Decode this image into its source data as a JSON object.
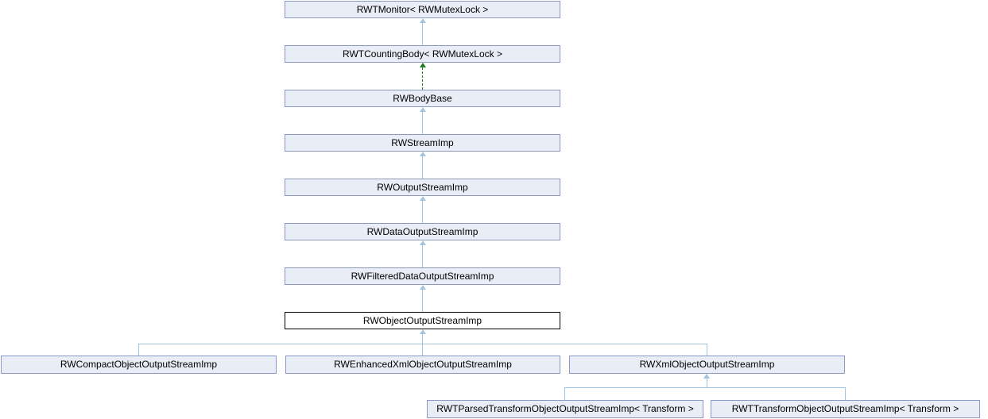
{
  "diagram": {
    "kind": "class-inheritance-graph",
    "current_class": "RWObjectOutputStreamImp",
    "colors": {
      "background": "#ffffff",
      "node_fill": "#E9EDF6",
      "node_border": "#8898C8",
      "current_node_fill": "#ffffff",
      "current_node_border": "#000000",
      "inheritance_arrow": "#A2C6E2",
      "dashed_arrow": "#1E7D1E"
    },
    "nodes": [
      {
        "label": "RWTMonitor< RWMutexLock >",
        "current": false
      },
      {
        "label": "RWTCountingBody< RWMutexLock >",
        "current": false
      },
      {
        "label": "RWBodyBase",
        "current": false
      },
      {
        "label": "RWStreamImp",
        "current": false
      },
      {
        "label": "RWOutputStreamImp",
        "current": false
      },
      {
        "label": "RWDataOutputStreamImp",
        "current": false
      },
      {
        "label": "RWFilteredDataOutputStreamImp",
        "current": false
      },
      {
        "label": "RWObjectOutputStreamImp",
        "current": true
      },
      {
        "label": "RWCompactObjectOutputStreamImp",
        "current": false
      },
      {
        "label": "RWEnhancedXmlObjectOutputStreamImp",
        "current": false
      },
      {
        "label": "RWXmlObjectOutputStreamImp",
        "current": false
      },
      {
        "label": "RWTParsedTransformObjectOutputStreamImp< Transform >",
        "current": false
      },
      {
        "label": "RWTTransformObjectOutputStreamImp< Transform >",
        "current": false
      }
    ],
    "edges": [
      {
        "child": "RWTCountingBody< RWMutexLock >",
        "parent": "RWTMonitor< RWMutexLock >",
        "style": "solid"
      },
      {
        "child": "RWBodyBase",
        "parent": "RWTCountingBody< RWMutexLock >",
        "style": "dashed-green"
      },
      {
        "child": "RWStreamImp",
        "parent": "RWBodyBase",
        "style": "solid"
      },
      {
        "child": "RWOutputStreamImp",
        "parent": "RWStreamImp",
        "style": "solid"
      },
      {
        "child": "RWDataOutputStreamImp",
        "parent": "RWOutputStreamImp",
        "style": "solid"
      },
      {
        "child": "RWFilteredDataOutputStreamImp",
        "parent": "RWDataOutputStreamImp",
        "style": "solid"
      },
      {
        "child": "RWObjectOutputStreamImp",
        "parent": "RWFilteredDataOutputStreamImp",
        "style": "solid"
      },
      {
        "child": "RWCompactObjectOutputStreamImp",
        "parent": "RWObjectOutputStreamImp",
        "style": "solid"
      },
      {
        "child": "RWEnhancedXmlObjectOutputStreamImp",
        "parent": "RWObjectOutputStreamImp",
        "style": "solid"
      },
      {
        "child": "RWXmlObjectOutputStreamImp",
        "parent": "RWObjectOutputStreamImp",
        "style": "solid"
      },
      {
        "child": "RWTParsedTransformObjectOutputStreamImp< Transform >",
        "parent": "RWXmlObjectOutputStreamImp",
        "style": "solid"
      },
      {
        "child": "RWTTransformObjectOutputStreamImp< Transform >",
        "parent": "RWXmlObjectOutputStreamImp",
        "style": "solid"
      }
    ]
  }
}
